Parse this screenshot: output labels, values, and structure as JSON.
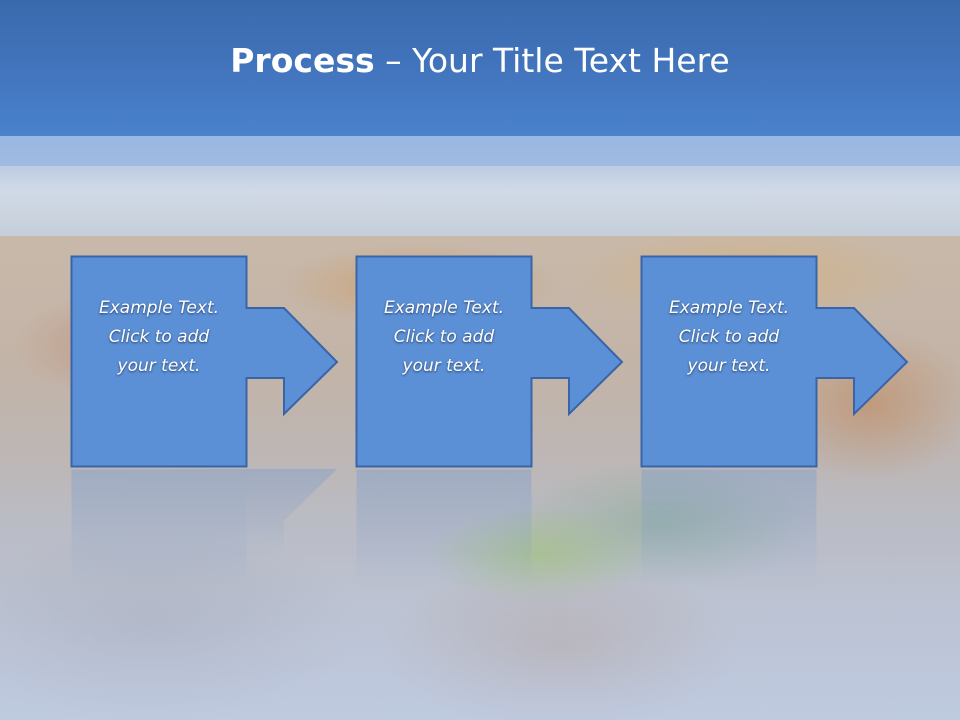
{
  "title": {
    "bold": "Process",
    "rest": " – Your Title Text Here"
  },
  "steps": [
    {
      "line1": "Example Text.",
      "line2": "Click  to add",
      "line3": "your text."
    },
    {
      "line1": "Example Text.",
      "line2": "Click  to add",
      "line3": "your text."
    },
    {
      "line1": "Example Text.",
      "line2": "Click  to add",
      "line3": "your text."
    }
  ],
  "colors": {
    "banner": "#4173bb",
    "box_fill": "#5b8fd6",
    "box_stroke": "#3a64a8",
    "text": "#ffffff"
  }
}
